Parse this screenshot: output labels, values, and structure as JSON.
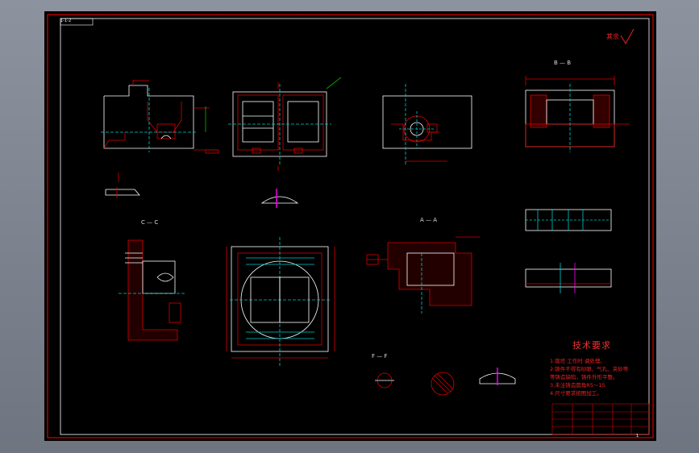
{
  "section_labels": {
    "bb": "B — B",
    "cc": "C — C",
    "aa": "A — A",
    "ff": "F — F"
  },
  "tech_requirements": {
    "title": "技术要求",
    "notes": [
      "1.锻坯 工作时 调处理。",
      "2.铸件不得有砂眼、气孔、夹砂等",
      "  等铸造缺陷，铸件外形平整。",
      "3.未注铸造圆角R5～15.",
      "4.尺寸要求按图加工。"
    ]
  },
  "corner_tag": "1-1-2",
  "sheet_no": "1",
  "mark_text": "其余"
}
